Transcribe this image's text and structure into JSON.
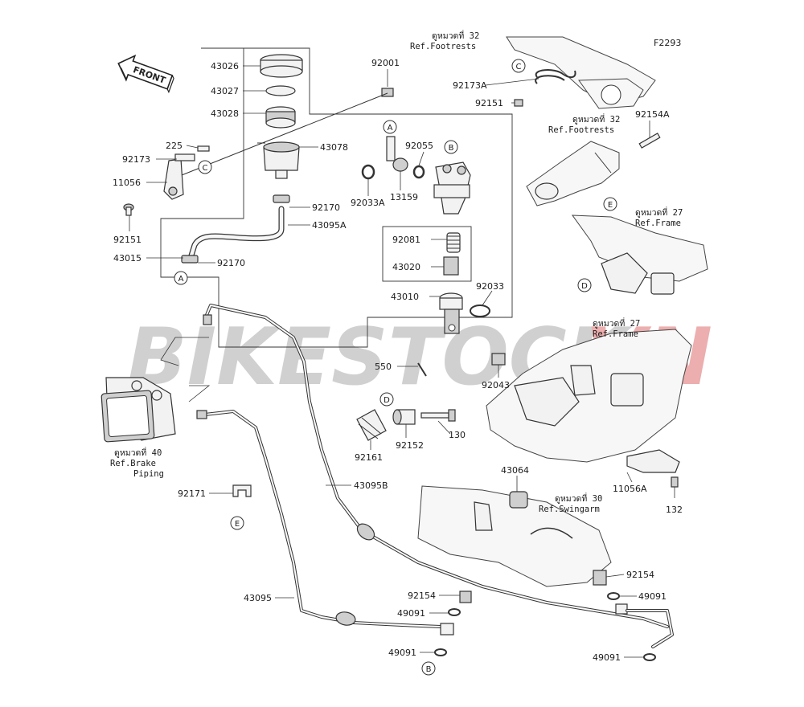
{
  "figure_code": "F2293",
  "front_label": "FRONT",
  "watermark": {
    "text_a": "BIKESTOCK",
    "text_b": "VN",
    "color_a": "#c8c8c8",
    "color_b": "#e9a0a0"
  },
  "parts": {
    "p43026": "43026",
    "p43027": "43027",
    "p43028": "43028",
    "p43078": "43078",
    "p92001": "92001",
    "p225": "225",
    "p92173": "92173",
    "p11056": "11056",
    "p92151a": "92151",
    "p43015": "43015",
    "p92170a": "92170",
    "p92170b": "92170",
    "p43095A": "43095A",
    "p92055": "92055",
    "p92033A": "92033A",
    "p13159": "13159",
    "p92081": "92081",
    "p43020": "43020",
    "p43010": "43010",
    "p92033": "92033",
    "p550": "550",
    "p92043": "92043",
    "p92173A": "92173A",
    "p92151b": "92151",
    "p92154A": "92154A",
    "p92161": "92161",
    "p92152": "92152",
    "p130": "130",
    "p43064": "43064",
    "p11056A": "11056A",
    "p132": "132",
    "p92171": "92171",
    "p43095B": "43095B",
    "p43095": "43095",
    "p92154a": "92154",
    "p49091a": "49091",
    "p49091b": "49091",
    "p92154b": "92154",
    "p49091c": "49091",
    "p49091d": "49091"
  },
  "refs": {
    "footrests_top": {
      "line1": "ดูหมวดที่ 32",
      "line2": "Ref.Footrests"
    },
    "footrests_mid": {
      "line1": "ดูหมวดที่ 32",
      "line2": "Ref.Footrests"
    },
    "frame_a": {
      "line1": "ดูหมวดที่ 27",
      "line2": "Ref.Frame"
    },
    "frame_b": {
      "line1": "ดูหมวดที่ 27",
      "line2": "Ref.Frame"
    },
    "swingarm": {
      "line1": "ดูหมวดที่ 30",
      "line2": "Ref.Swingarm"
    },
    "brake_piping": {
      "line1": "ดูหมวดที่ 40",
      "line2": "Ref.Brake",
      "line3": "Piping"
    }
  },
  "callouts": {
    "A_top": "A",
    "A_left": "A",
    "B_top": "B",
    "B_bottom": "B",
    "C_left": "C",
    "C_top": "C",
    "D_mid": "D",
    "D_right": "D",
    "E_right": "E",
    "E_left": "E"
  }
}
